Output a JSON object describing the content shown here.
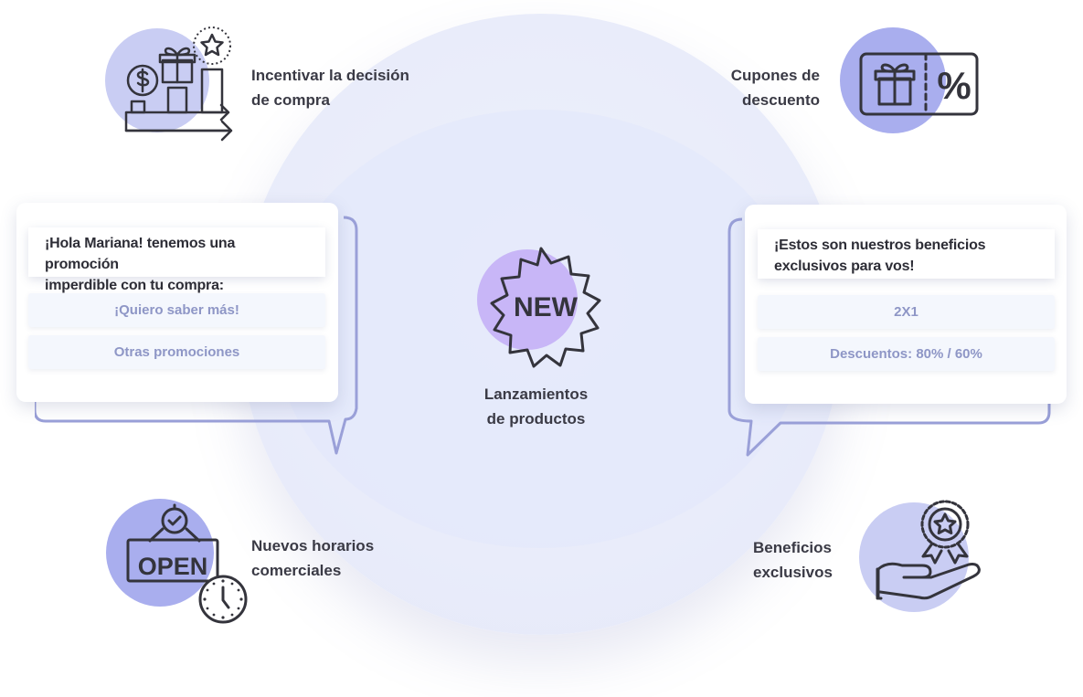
{
  "features": {
    "top_left": "Incentivar la decisión de compra",
    "top_left_lines": [
      "Incentivar la decisión",
      "de compra"
    ],
    "top_right_lines": [
      "Cupones de",
      "descuento"
    ],
    "center_badge": "NEW",
    "center_lines": [
      "Lanzamientos",
      "de productos"
    ],
    "bottom_left_lines": [
      "Nuevos horarios",
      "comerciales"
    ],
    "bottom_left_sign": "OPEN",
    "bottom_right_lines": [
      "Beneficios",
      "exclusivos"
    ],
    "coupon_symbol": "%"
  },
  "chat_left": {
    "message_lines": [
      "¡Hola Mariana! tenemos una promoción",
      "imperdible con tu compra:"
    ],
    "options": [
      "¡Quiero saber más!",
      "Otras promociones"
    ]
  },
  "chat_right": {
    "message_lines": [
      "¡Estos son nuestros beneficios",
      "exclusivos para vos!"
    ],
    "options": [
      "2X1",
      "Descuentos: 80% / 60%"
    ]
  },
  "colors": {
    "accent_circle": "#a9aeee",
    "accent_light": "#c9cdf3",
    "badge_circle": "#c8b6f7",
    "stroke": "#34343c",
    "bubble_outline": "#9aa0d8"
  },
  "icons": [
    "gift-growth-icon",
    "coupon-icon",
    "new-badge-icon",
    "open-sign-icon",
    "clock-icon",
    "award-hand-icon"
  ]
}
